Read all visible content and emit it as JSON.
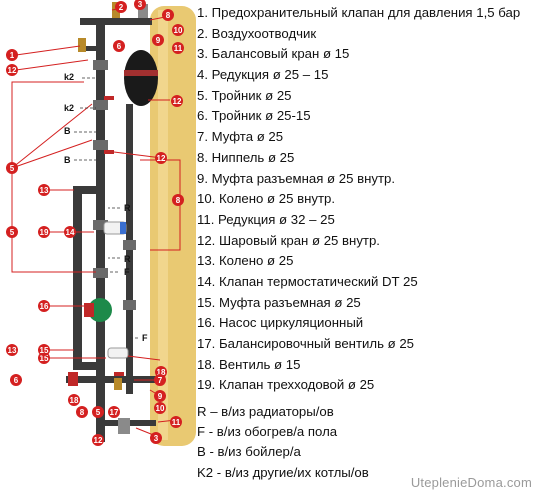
{
  "legend": [
    {
      "text": "1. Предохранительный клапан для давления 1,5 бар"
    },
    {
      "text": "2. Воздухоотводчик"
    },
    {
      "text": "3. Балансовый кран ø 15"
    },
    {
      "text": "4. Редукция ø 25 – 15"
    },
    {
      "text": "5. Тройник ø 25"
    },
    {
      "text": "6. Тройник ø 25-15"
    },
    {
      "text": "7. Муфта ø 25"
    },
    {
      "text": "8. Ниппель ø 25"
    },
    {
      "text": "9. Муфта разъемная ø 25 внутр."
    },
    {
      "text": "10. Колено ø 25 внутр."
    },
    {
      "text": "11. Редукция ø 32 – 25"
    },
    {
      "text": "12. Шаровый кран ø 25 внутр."
    },
    {
      "text": "13. Колено ø 25"
    },
    {
      "text": "14. Клапан термостатический DT 25"
    },
    {
      "text": "15. Муфта разъемная ø 25"
    },
    {
      "text": "16. Насос циркуляционный"
    },
    {
      "text": "17. Балансировочный вентиль ø 25"
    },
    {
      "text": "18. Вентиль ø 15"
    },
    {
      "text": "19. Клапан трехходовой ø 25"
    }
  ],
  "notes": [
    {
      "text": "R – в/из радиаторы/ов"
    },
    {
      "text": "F - в/из обогрев/а пола"
    },
    {
      "text": "B - в/из бойлер/а"
    },
    {
      "text": "K2 - в/из другие/их котлы/ов"
    }
  ],
  "watermark": "UteplenieDoma.com",
  "callout_color": "#d42020",
  "pipe_color": "#3a3a3a",
  "boiler_color": "#e9c972",
  "callouts": [
    {
      "label": "1"
    },
    {
      "label": "2"
    },
    {
      "label": "3"
    },
    {
      "label": "8"
    },
    {
      "label": "9"
    },
    {
      "label": "10"
    },
    {
      "label": "11"
    },
    {
      "label": "12"
    },
    {
      "label": "6"
    },
    {
      "label": "12"
    },
    {
      "label": "5"
    },
    {
      "label": "12"
    },
    {
      "label": "8"
    },
    {
      "label": "5"
    },
    {
      "label": "13"
    },
    {
      "label": "19"
    },
    {
      "label": "14"
    },
    {
      "label": "16"
    },
    {
      "label": "15"
    },
    {
      "label": "13"
    },
    {
      "label": "15"
    },
    {
      "label": "18"
    },
    {
      "label": "6"
    },
    {
      "label": "18"
    },
    {
      "label": "8"
    },
    {
      "label": "5"
    },
    {
      "label": "17"
    },
    {
      "label": "7"
    },
    {
      "label": "9"
    },
    {
      "label": "10"
    },
    {
      "label": "12"
    },
    {
      "label": "3"
    },
    {
      "label": "11"
    }
  ],
  "port_labels": [
    {
      "label": "k2"
    },
    {
      "label": "k2"
    },
    {
      "label": "B"
    },
    {
      "label": "B"
    },
    {
      "label": "R"
    },
    {
      "label": "R"
    },
    {
      "label": "F"
    },
    {
      "label": "F"
    }
  ]
}
